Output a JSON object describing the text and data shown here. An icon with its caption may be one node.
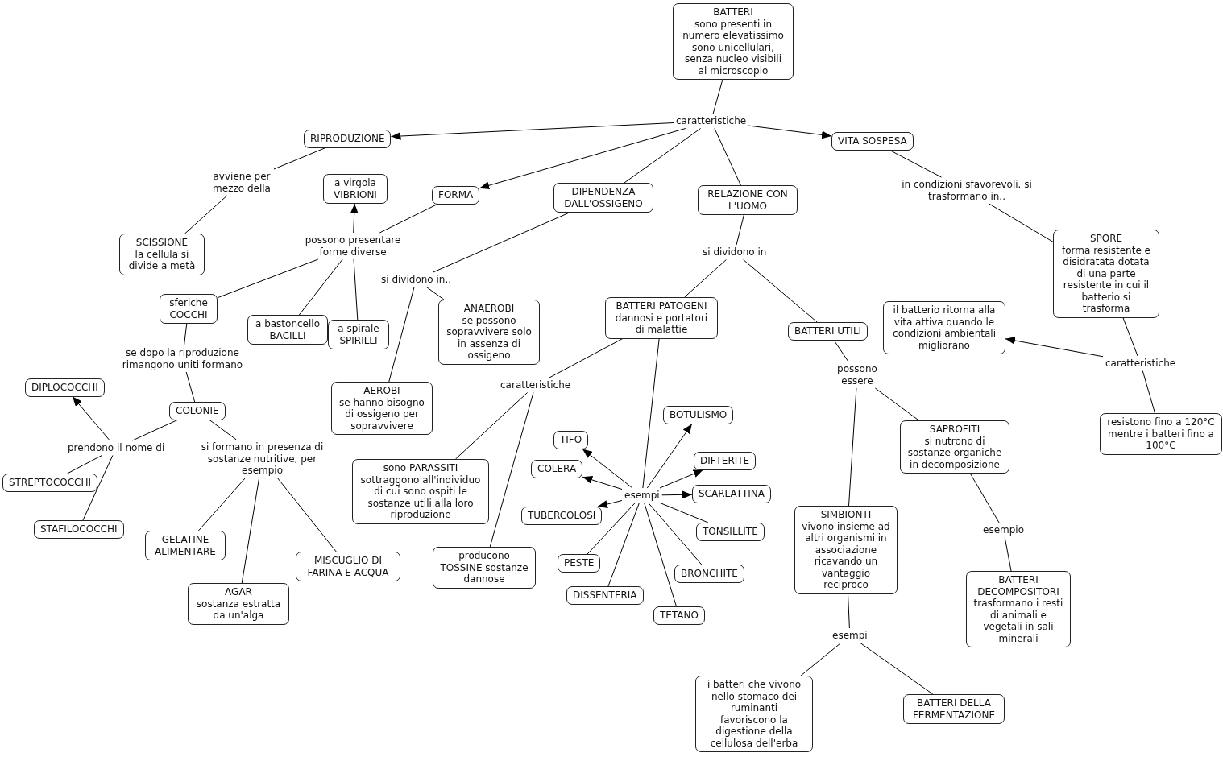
{
  "diagram": {
    "nodes": [
      {
        "text": [
          "BATTERI",
          "sono presenti in numero elevatissimo sono unicellulari, senza nucleo visibili al microscopio"
        ]
      },
      {
        "text": [
          "caratteristiche"
        ]
      },
      {
        "text": [
          "RIPRODUZIONE"
        ]
      },
      {
        "text": [
          "VITA SOSPESA"
        ]
      },
      {
        "text": [
          "avviene per mezzo della"
        ]
      },
      {
        "text": [
          "a virgola VIBRIONI"
        ]
      },
      {
        "text": [
          "FORMA"
        ]
      },
      {
        "text": [
          "DIPENDENZA DALL'OSSIGENO"
        ]
      },
      {
        "text": [
          "RELAZIONE CON L'UOMO"
        ]
      },
      {
        "text": [
          "in condizioni sfavorevoli. si trasformano in.."
        ]
      },
      {
        "text": [
          "SCISSIONE",
          "la cellula si divide a metà"
        ]
      },
      {
        "text": [
          "possono presentare forme diverse"
        ]
      },
      {
        "text": [
          "SPORE",
          "forma resistente e disidratata dotata di una parte resistente in cui il batterio si trasforma"
        ]
      },
      {
        "text": [
          "si dividono in"
        ]
      },
      {
        "text": [
          "si dividono in.."
        ]
      },
      {
        "text": [
          "sferiche COCCHI"
        ]
      },
      {
        "text": [
          "BATTERI PATOGENI",
          "dannosi e portatori di malattie"
        ]
      },
      {
        "text": [
          "ANAEROBI",
          "se possono sopravvivere solo in assenza di ossigeno"
        ]
      },
      {
        "text": [
          "a bastoncello BACILLI"
        ]
      },
      {
        "text": [
          "a spirale SPIRILLI"
        ]
      },
      {
        "text": [
          "il batterio ritorna alla vita attiva quando le condizioni ambientali migliorano"
        ]
      },
      {
        "text": [
          "BATTERI UTILI"
        ]
      },
      {
        "text": [
          "caratteristiche"
        ]
      },
      {
        "text": [
          "se dopo la riproduzione rimangono uniti formano"
        ]
      },
      {
        "text": [
          "possono essere"
        ]
      },
      {
        "text": [
          "AEROBI",
          "se hanno bisogno di ossigeno per sopravvivere"
        ]
      },
      {
        "text": [
          "caratteristiche"
        ]
      },
      {
        "text": [
          "DIPLOCOCCHI"
        ]
      },
      {
        "text": [
          "COLONIE"
        ]
      },
      {
        "text": [
          "BOTULISMO"
        ]
      },
      {
        "text": [
          "resistono fino a 120°C mentre i batteri fino a 100°C"
        ]
      },
      {
        "text": [
          "SAPROFITI",
          "si nutrono di sostanze organiche in decomposizione"
        ]
      },
      {
        "text": [
          "TIFO"
        ]
      },
      {
        "text": [
          "prendono il nome di"
        ]
      },
      {
        "text": [
          "si formano in presenza di sostanze nutritive, per esempio"
        ]
      },
      {
        "text": [
          "DIFTERITE"
        ]
      },
      {
        "text": [
          "COLERA"
        ]
      },
      {
        "text": [
          "sono PARASSITI sottraggono all'individuo di cui sono ospiti le sostanze utili alla loro riproduzione"
        ]
      },
      {
        "text": [
          "STREPTOCOCCHI"
        ]
      },
      {
        "text": [
          "esempi"
        ]
      },
      {
        "text": [
          "SCARLATTINA"
        ]
      },
      {
        "text": [
          "TUBERCOLOSI"
        ]
      },
      {
        "text": [
          "SIMBIONTI",
          "vivono insieme ad altri organismi in associazione ricavando un vantaggio reciproco"
        ]
      },
      {
        "text": [
          "STAFILOCOCCHI"
        ]
      },
      {
        "text": [
          "TONSILLITE"
        ]
      },
      {
        "text": [
          "esempio"
        ]
      },
      {
        "text": [
          "GELATINE ALIMENTARE"
        ]
      },
      {
        "text": [
          "producono TOSSINE sostanze dannose"
        ]
      },
      {
        "text": [
          "MISCUGLIO DI FARINA E ACQUA"
        ]
      },
      {
        "text": [
          "PESTE"
        ]
      },
      {
        "text": [
          "BRONCHITE"
        ]
      },
      {
        "text": [
          "BATTERI DECOMPOSITORI",
          "trasformano i resti di animali e vegetali in sali minerali"
        ]
      },
      {
        "text": [
          "AGAR",
          "sostanza estratta da un'alga"
        ]
      },
      {
        "text": [
          "DISSENTERIA"
        ]
      },
      {
        "text": [
          "TETANO"
        ]
      },
      {
        "text": [
          "esempi"
        ]
      },
      {
        "text": [
          "i batteri che vivono nello stomaco dei ruminanti favoriscono la digestione della cellulosa dell'erba"
        ]
      },
      {
        "text": [
          "BATTERI DELLA FERMENTAZIONE"
        ]
      }
    ],
    "edges": [
      {
        "from": 0,
        "to": 1,
        "arrow": "none"
      },
      {
        "from": 1,
        "to": 2,
        "arrow": "to"
      },
      {
        "from": 1,
        "to": 3,
        "arrow": "to"
      },
      {
        "from": 1,
        "to": 6,
        "arrow": "to"
      },
      {
        "from": 1,
        "to": 7,
        "arrow": "none"
      },
      {
        "from": 1,
        "to": 8,
        "arrow": "none"
      },
      {
        "from": 2,
        "to": 4,
        "arrow": "none"
      },
      {
        "from": 4,
        "to": 10,
        "arrow": "none"
      },
      {
        "from": 6,
        "to": 11,
        "arrow": "none"
      },
      {
        "from": 11,
        "to": 5,
        "arrow": "to"
      },
      {
        "from": 11,
        "to": 15,
        "arrow": "none"
      },
      {
        "from": 11,
        "to": 18,
        "arrow": "none"
      },
      {
        "from": 11,
        "to": 19,
        "arrow": "none"
      },
      {
        "from": 7,
        "to": 14,
        "arrow": "none"
      },
      {
        "from": 14,
        "to": 25,
        "arrow": "none"
      },
      {
        "from": 14,
        "to": 17,
        "arrow": "none"
      },
      {
        "from": 8,
        "to": 13,
        "arrow": "none"
      },
      {
        "from": 13,
        "to": 16,
        "arrow": "none"
      },
      {
        "from": 13,
        "to": 21,
        "arrow": "none"
      },
      {
        "from": 3,
        "to": 9,
        "arrow": "none"
      },
      {
        "from": 9,
        "to": 12,
        "arrow": "none"
      },
      {
        "from": 12,
        "to": 22,
        "arrow": "none"
      },
      {
        "from": 22,
        "to": 20,
        "arrow": "to"
      },
      {
        "from": 22,
        "to": 30,
        "arrow": "none"
      },
      {
        "from": 15,
        "to": 23,
        "arrow": "none"
      },
      {
        "from": 23,
        "to": 28,
        "arrow": "none"
      },
      {
        "from": 28,
        "to": 33,
        "arrow": "none"
      },
      {
        "from": 33,
        "to": 27,
        "arrow": "to"
      },
      {
        "from": 33,
        "to": 38,
        "arrow": "none"
      },
      {
        "from": 33,
        "to": 43,
        "arrow": "none"
      },
      {
        "from": 28,
        "to": 34,
        "arrow": "none"
      },
      {
        "from": 34,
        "to": 46,
        "arrow": "none"
      },
      {
        "from": 34,
        "to": 52,
        "arrow": "none"
      },
      {
        "from": 34,
        "to": 48,
        "arrow": "none"
      },
      {
        "from": 16,
        "to": 26,
        "arrow": "none"
      },
      {
        "from": 26,
        "to": 37,
        "arrow": "none"
      },
      {
        "from": 26,
        "to": 47,
        "arrow": "none"
      },
      {
        "from": 16,
        "to": 39,
        "arrow": "none"
      },
      {
        "from": 39,
        "to": 32,
        "arrow": "to"
      },
      {
        "from": 39,
        "to": 36,
        "arrow": "to"
      },
      {
        "from": 39,
        "to": 41,
        "arrow": "to"
      },
      {
        "from": 39,
        "to": 29,
        "arrow": "to"
      },
      {
        "from": 39,
        "to": 35,
        "arrow": "to"
      },
      {
        "from": 39,
        "to": 40,
        "arrow": "to"
      },
      {
        "from": 39,
        "to": 44,
        "arrow": "none"
      },
      {
        "from": 39,
        "to": 50,
        "arrow": "none"
      },
      {
        "from": 39,
        "to": 54,
        "arrow": "none"
      },
      {
        "from": 39,
        "to": 53,
        "arrow": "none"
      },
      {
        "from": 39,
        "to": 49,
        "arrow": "none"
      },
      {
        "from": 21,
        "to": 24,
        "arrow": "none"
      },
      {
        "from": 24,
        "to": 31,
        "arrow": "none"
      },
      {
        "from": 24,
        "to": 42,
        "arrow": "none"
      },
      {
        "from": 31,
        "to": 45,
        "arrow": "none"
      },
      {
        "from": 45,
        "to": 51,
        "arrow": "none"
      },
      {
        "from": 42,
        "to": 55,
        "arrow": "none"
      },
      {
        "from": 55,
        "to": 56,
        "arrow": "none"
      },
      {
        "from": 55,
        "to": 57,
        "arrow": "none"
      }
    ]
  }
}
